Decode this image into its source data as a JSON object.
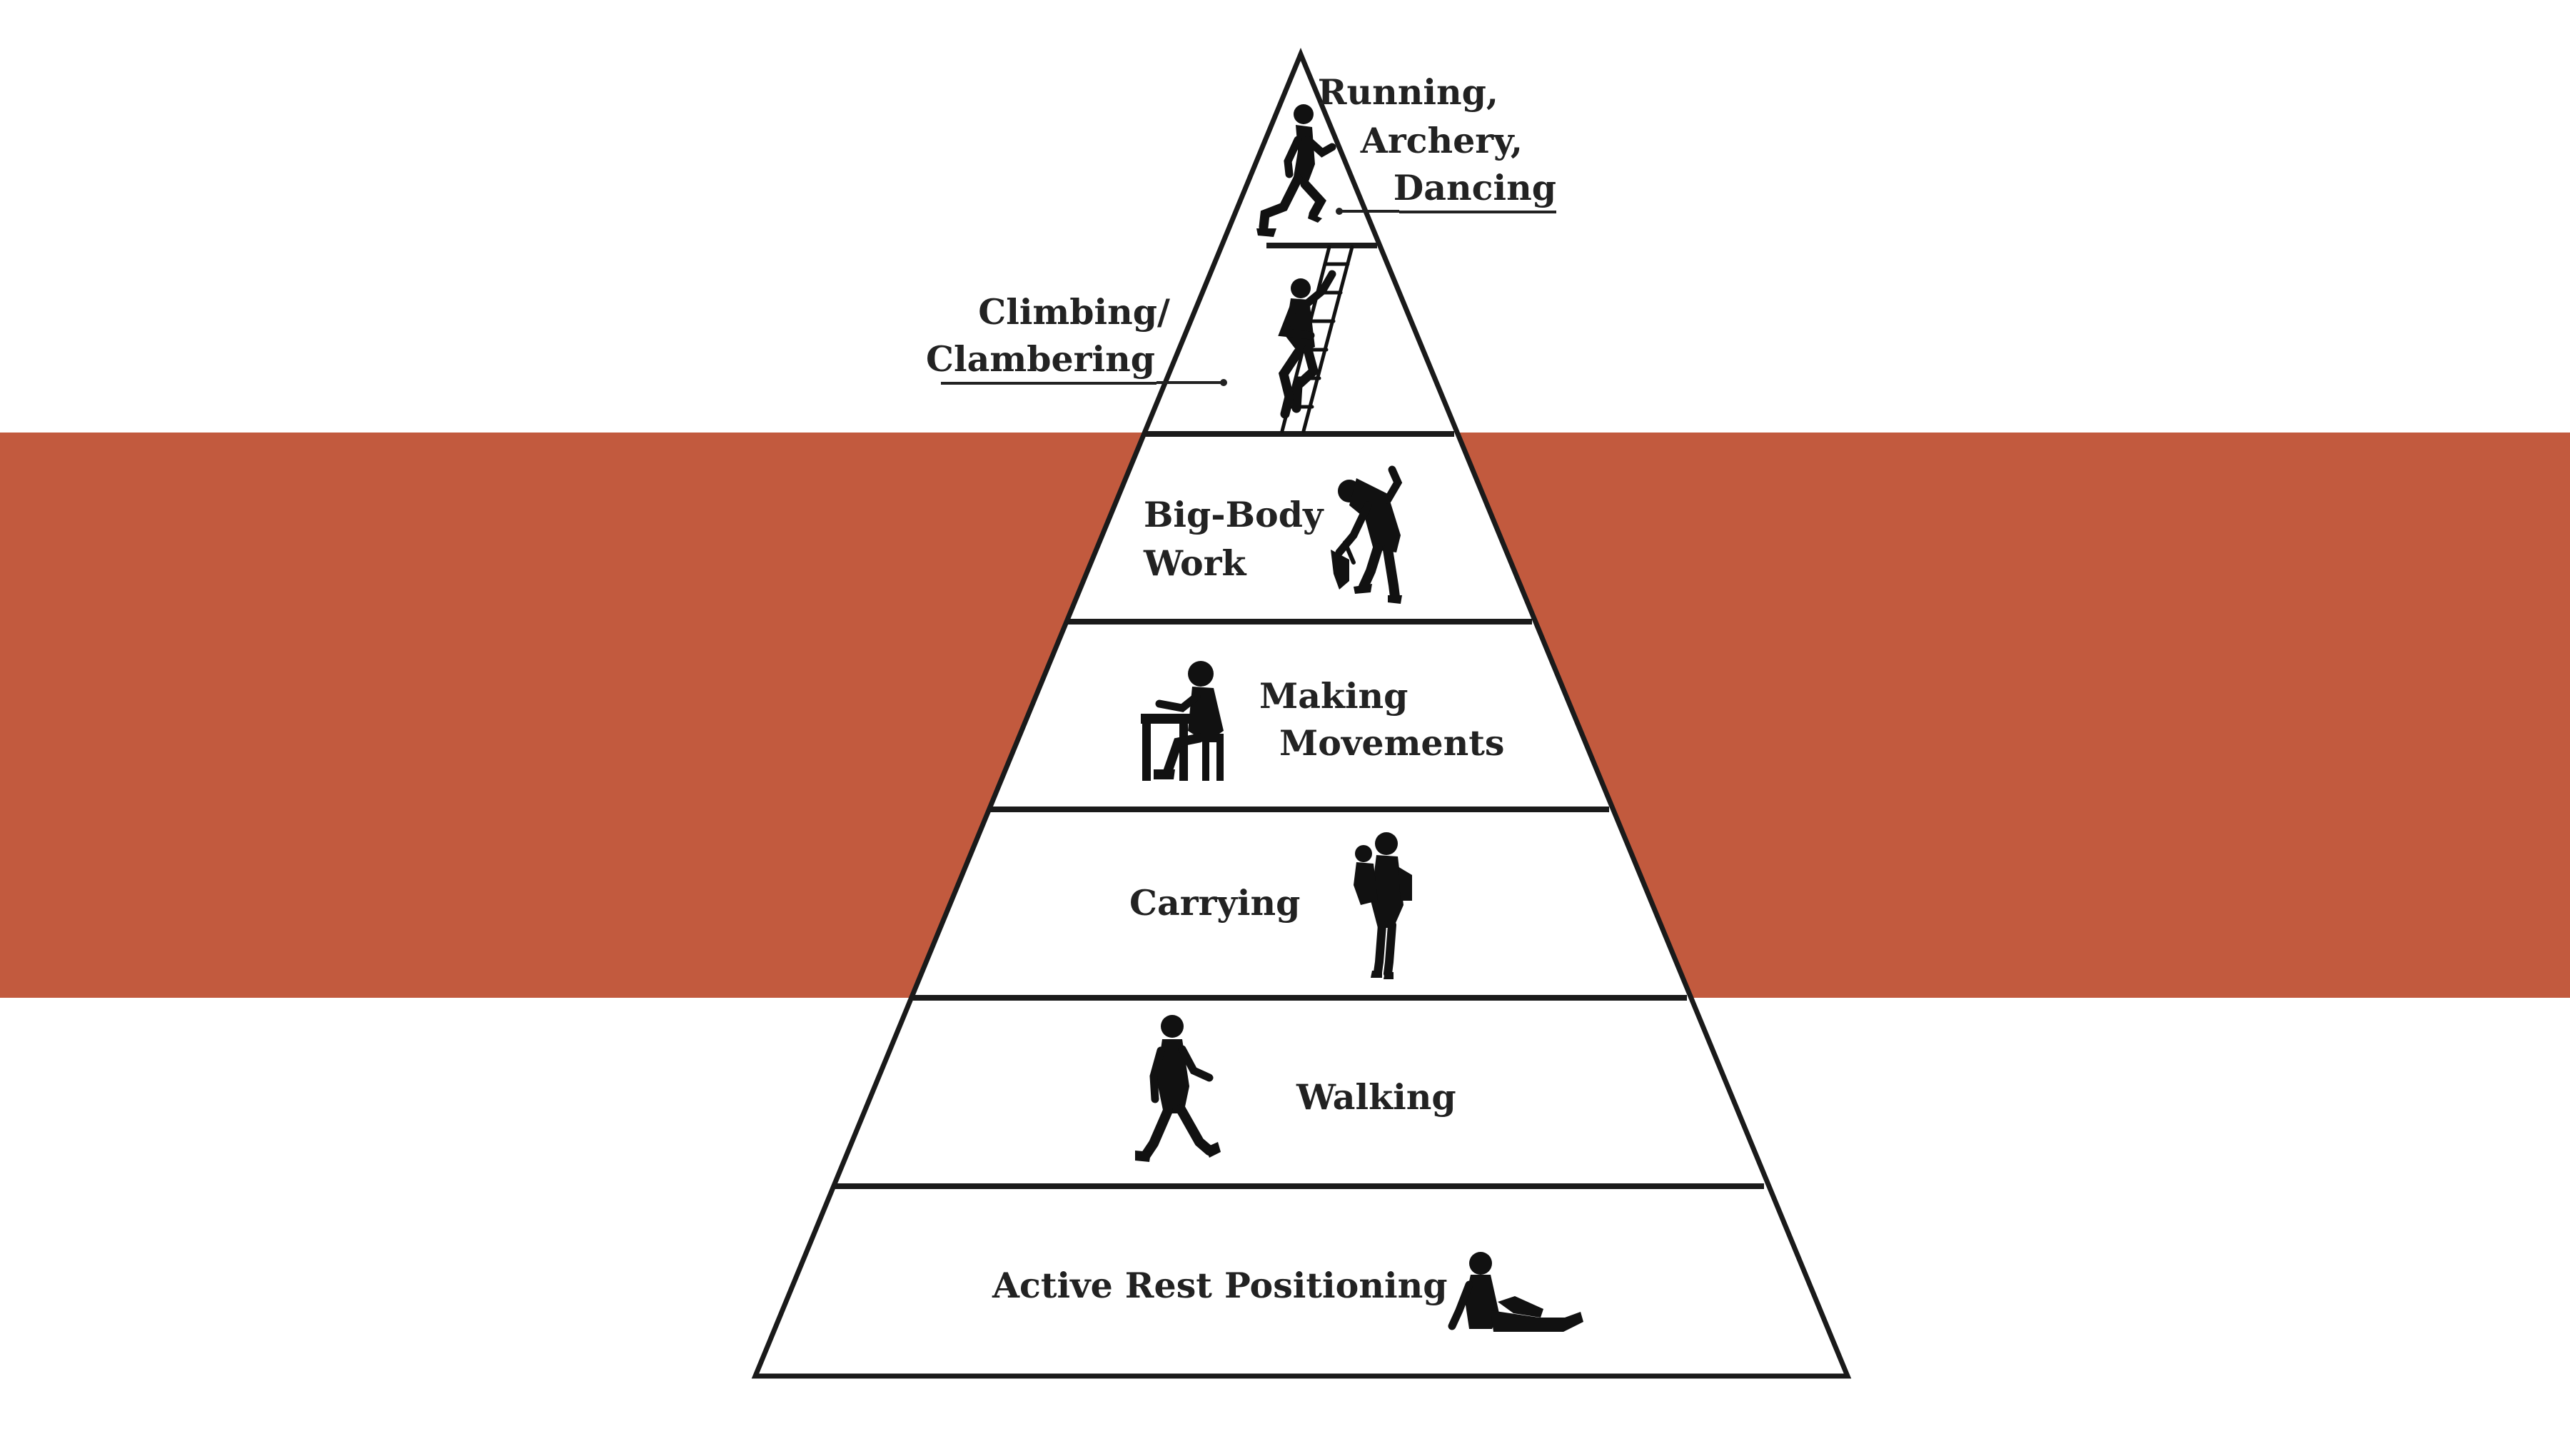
{
  "colors": {
    "band": "#c25a3e",
    "outline": "#1a1a1a",
    "text": "#222222",
    "silhouette": "#111111",
    "background": "#ffffff"
  },
  "levels": [
    {
      "lines": [
        "Running,",
        "Archery,",
        "Dancing"
      ],
      "icon": "runner-icon"
    },
    {
      "lines": [
        "Climbing/",
        "Clambering"
      ],
      "icon": "climber-icon"
    },
    {
      "lines": [
        "Big-Body",
        "Work"
      ],
      "icon": "digger-icon"
    },
    {
      "lines": [
        "Making",
        "Movements"
      ],
      "icon": "seated-worker-icon"
    },
    {
      "lines": [
        "Carrying"
      ],
      "icon": "carrying-person-icon"
    },
    {
      "lines": [
        "Walking"
      ],
      "icon": "walker-icon"
    },
    {
      "lines": [
        "Active Rest Positioning"
      ],
      "icon": "sitting-person-icon"
    }
  ]
}
